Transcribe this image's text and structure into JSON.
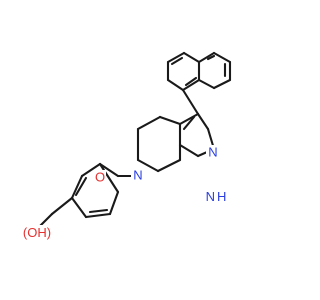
{
  "molecule": {
    "atom_labels": {
      "hydroxyl": "OH",
      "hydroxyl_paren": "(",
      "hydroxyl_close": ")",
      "furan_oxygen": "O",
      "ring_n": "N",
      "pyrazole_n": "N",
      "pyrazole_nh": "N",
      "pyrazole_h": "H"
    },
    "colors": {
      "bond": "#1a1a1a",
      "nitrogen": "#2b3fe0",
      "oxygen": "#e53030"
    }
  }
}
